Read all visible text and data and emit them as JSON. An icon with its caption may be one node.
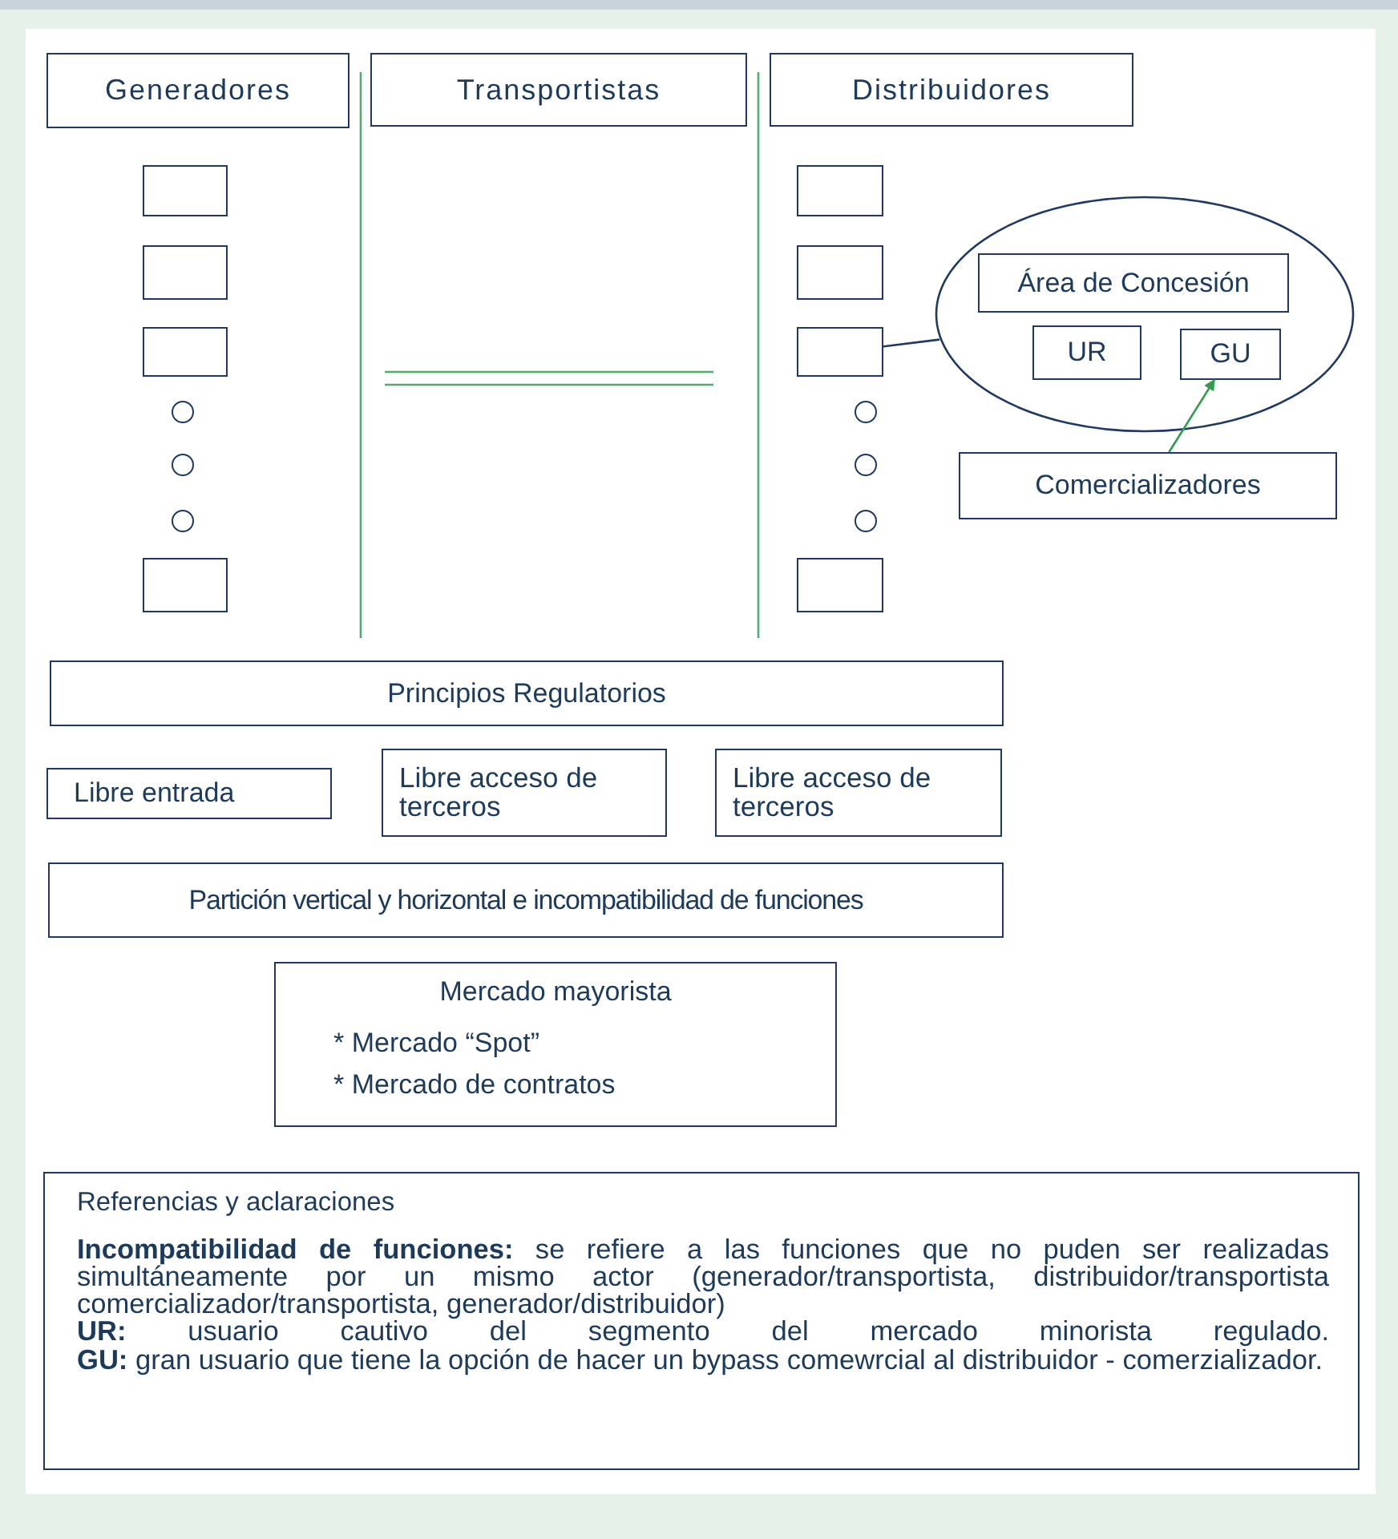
{
  "diagram": {
    "nodes": [
      {
        "text": [
          "Generadores"
        ]
      },
      {
        "text": [
          "Transportistas"
        ]
      },
      {
        "text": [
          "Distribuidores"
        ]
      },
      {
        "text": [],
        "shape": "box"
      },
      {
        "text": [],
        "shape": "box"
      },
      {
        "text": [],
        "shape": "box"
      },
      {
        "text": [],
        "shape": "circle"
      },
      {
        "text": [],
        "shape": "circle"
      },
      {
        "text": [],
        "shape": "circle"
      },
      {
        "text": [],
        "shape": "box"
      },
      {
        "text": [],
        "shape": "box"
      },
      {
        "text": [],
        "shape": "box"
      },
      {
        "text": [],
        "shape": "box"
      },
      {
        "text": [],
        "shape": "circle"
      },
      {
        "text": [],
        "shape": "circle"
      },
      {
        "text": [],
        "shape": "circle"
      },
      {
        "text": [],
        "shape": "box"
      },
      {
        "text": [],
        "shape": "ellipse"
      },
      {
        "text": [
          "Área de Concesión"
        ],
        "in": 17
      },
      {
        "text": [
          "UR"
        ],
        "in": 17
      },
      {
        "text": [
          "GU"
        ],
        "in": 17
      },
      {
        "text": [
          "Comercializadores"
        ]
      },
      {
        "text": [
          "Principios Regulatorios"
        ]
      },
      {
        "text": [
          "Libre entrada"
        ]
      },
      {
        "text": [
          "Libre acceso de terceros"
        ]
      },
      {
        "text": [
          "Libre acceso de terceros"
        ]
      },
      {
        "text": [
          "Partición vertical y horizontal e incompatibilidad de funciones"
        ]
      },
      {
        "text": [
          "Mercado mayorista",
          "* Mercado “Spot”",
          "* Mercado de contratos"
        ]
      },
      {
        "text": [
          "Referencias y aclaraciones",
          "**Incompatibilidad de funciones:** se refiere a las funciones que no puden ser realizadas simultáneamente por un mismo actor (generador/transportista, distribuidor/transportista comercializador/transportista, generador/distribuidor)",
          "**UR:** usuario cautivo del segmento del mercado minorista regulado.",
          "**GU:** gran usuario que tiene la opción de hacer un bypass comewrcial al distribuidor - comerzializador."
        ]
      }
    ],
    "edges": [
      {
        "from": 12,
        "to": 17,
        "arrow": "none"
      },
      {
        "from": 21,
        "to": 20,
        "arrow": "to",
        "color": "#2e9e4e"
      }
    ]
  }
}
